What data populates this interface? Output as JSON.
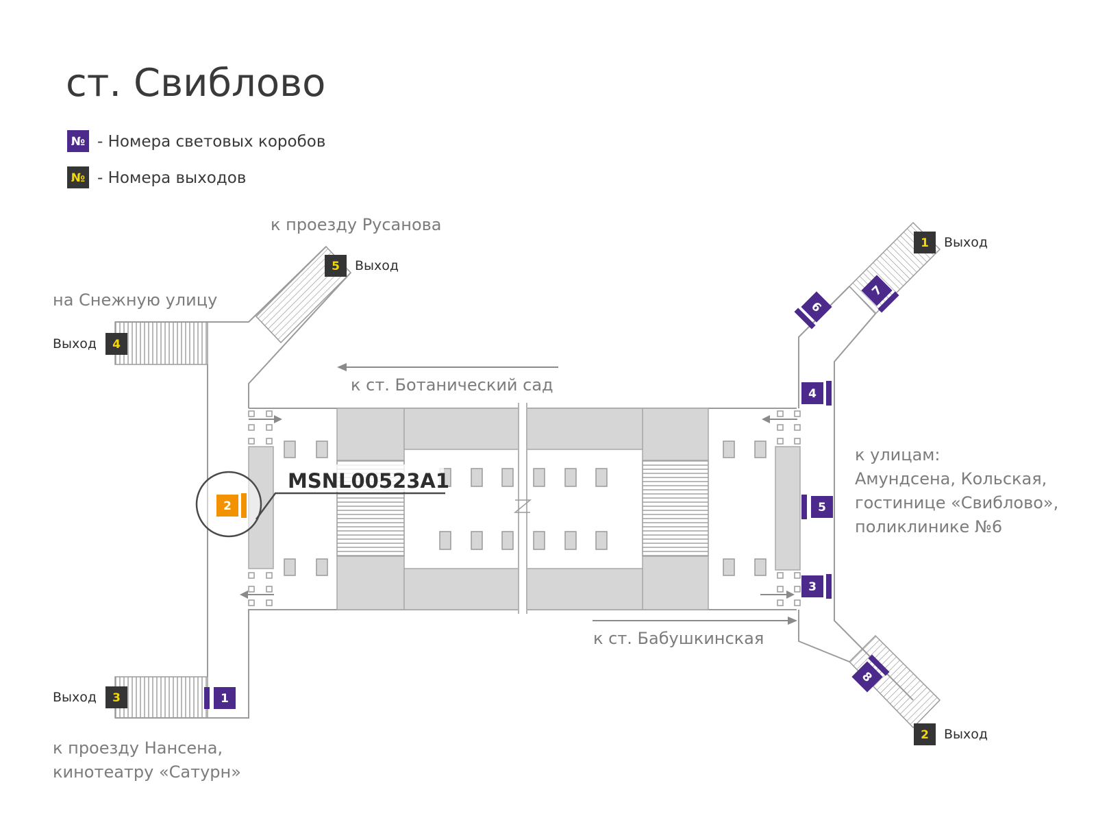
{
  "map": {
    "station_title": "ст. Свиблово",
    "legend": {
      "lightbox": {
        "symbol": "№",
        "label": "- Номера световых коробов",
        "color": "#4b2a8c"
      },
      "exit": {
        "symbol": "№",
        "label": "- Номера выходов",
        "color": "#353535",
        "text_color": "#f5d800"
      }
    },
    "exit_word": "Выход",
    "directions": {
      "rusanova": "к проезду Русанова",
      "snezhnaya": "на Снежную улицу",
      "botanichesky": "к ст. Ботанический сад",
      "babushkinskaya": "к ст. Бабушкинская",
      "streets_lines": [
        "к улицам:",
        "Амундсена, Кольская,",
        "гостинице «Свиблово»,",
        "поликлинике №6"
      ],
      "nansena_lines": [
        "к проезду Нансена,",
        "кинотеатру «Сатурн»"
      ]
    },
    "exits": [
      "1",
      "2",
      "3",
      "4",
      "5"
    ],
    "lightboxes": [
      "1",
      "3",
      "4",
      "5",
      "6",
      "7",
      "8"
    ],
    "highlighted": {
      "number": "2",
      "code": "MSNL00523A1",
      "color": "#f39200"
    },
    "colors": {
      "lightbox": "#4b2a8c",
      "exit_box": "#353535",
      "exit_text": "#f5d800",
      "highlight": "#f39200"
    }
  }
}
